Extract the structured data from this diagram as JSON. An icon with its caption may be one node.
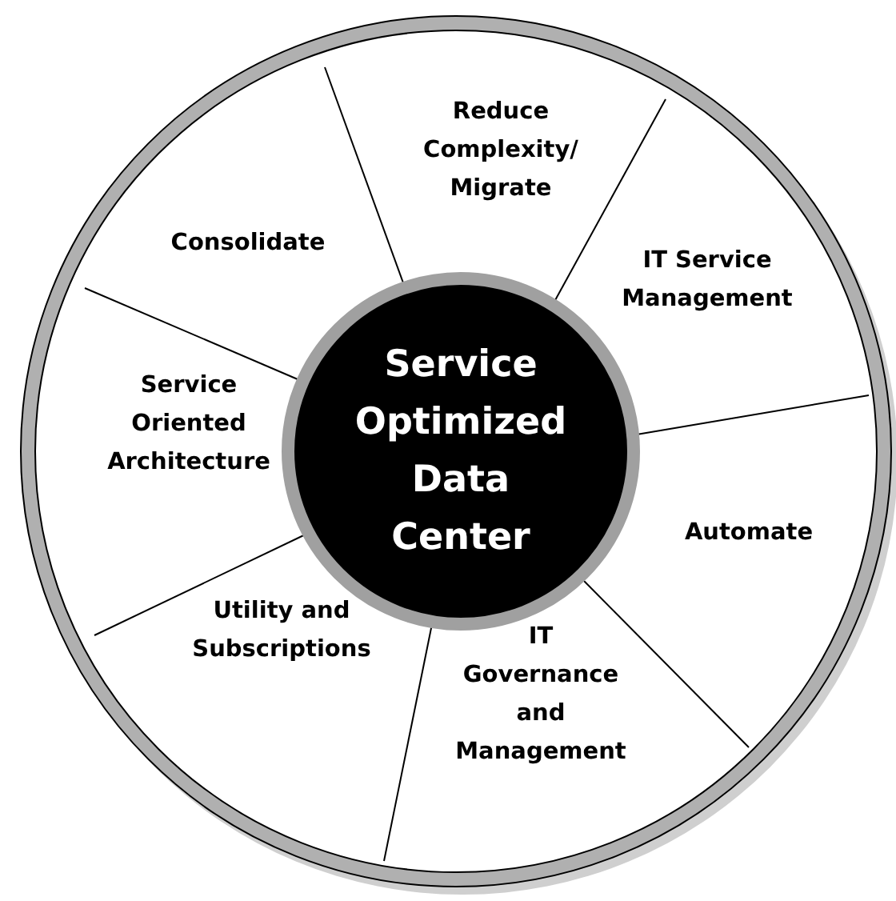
{
  "diagram": {
    "nodes": [
      {
        "text": [
          "Service Optimized Data Center"
        ]
      },
      {
        "text": [
          "Consolidate"
        ]
      },
      {
        "text": [
          "Reduce Complexity/ Migrate"
        ]
      },
      {
        "text": [
          "IT Service Management"
        ]
      },
      {
        "text": [
          "Service Oriented Architecture"
        ]
      },
      {
        "text": [
          "Automate"
        ]
      },
      {
        "text": [
          "Utility and Subscriptions"
        ]
      },
      {
        "text": [
          "IT Governance and Management"
        ]
      }
    ]
  }
}
